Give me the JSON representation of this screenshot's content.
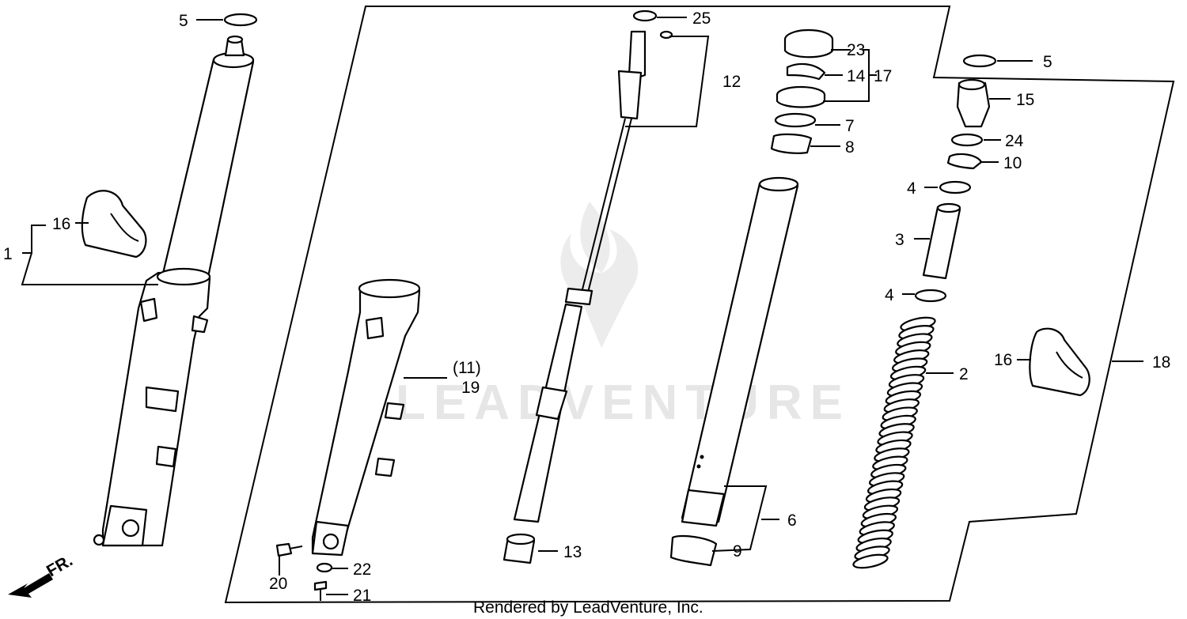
{
  "watermark": "LEADVENTURE",
  "footer": "Rendered by LeadVenture, Inc.",
  "direction_label": "FR.",
  "callouts": {
    "c1": "1",
    "c2": "2",
    "c3": "3",
    "c4a": "4",
    "c4b": "4",
    "c5a": "5",
    "c5b": "5",
    "c6": "6",
    "c7": "7",
    "c8": "8",
    "c9": "9",
    "c10": "10",
    "c11": "(11)",
    "c12": "12",
    "c13": "13",
    "c14": "14",
    "c15": "15",
    "c16a": "16",
    "c16b": "16",
    "c17": "17",
    "c18": "18",
    "c19": "19",
    "c20": "20",
    "c21": "21",
    "c22": "22",
    "c23": "23",
    "c24": "24",
    "c25": "25"
  },
  "colors": {
    "ink": "#000000",
    "paper": "#ffffff",
    "watermark": "#e6e6e6"
  }
}
